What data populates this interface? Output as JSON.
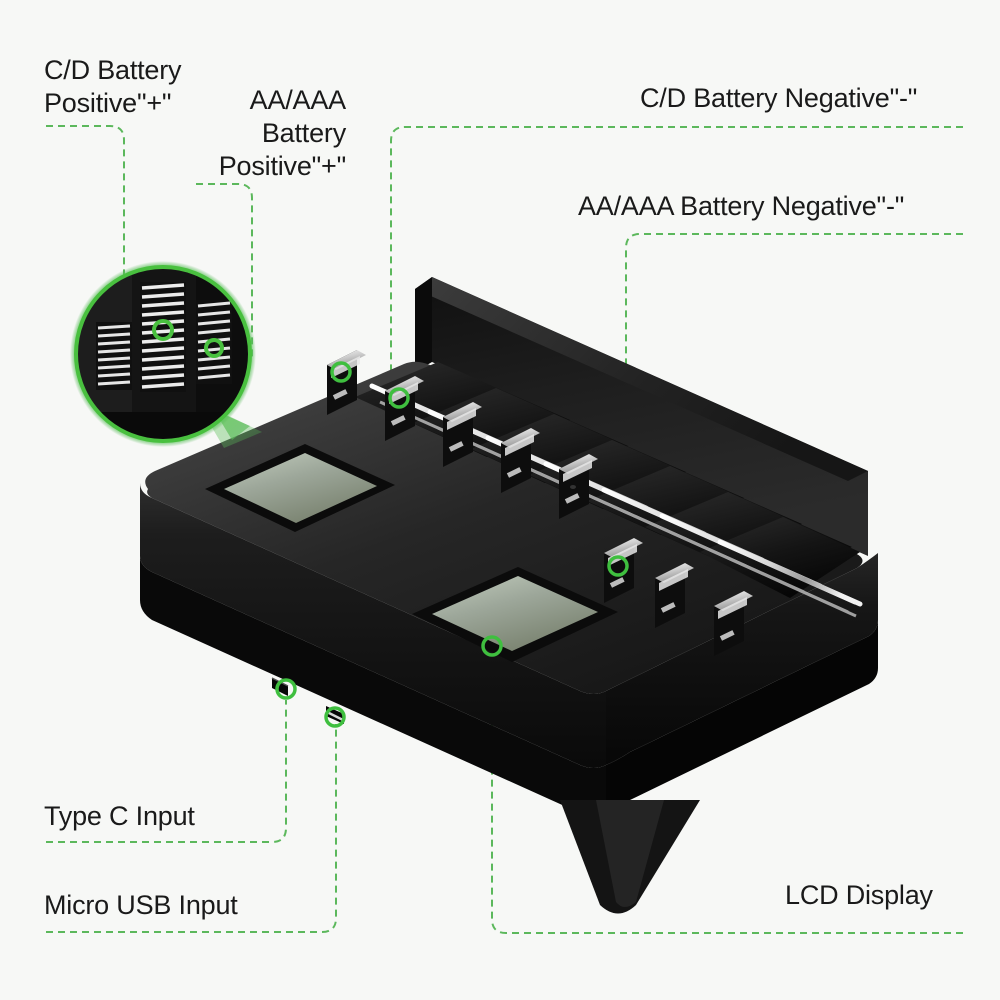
{
  "diagram": {
    "product": "8-slot universal battery charger",
    "background_color": "#f7f8f6",
    "accent_color": "#4caf50",
    "leader_color": "#5cb85c",
    "body_color": "#141414",
    "lcd_color": "#9aa898"
  },
  "callouts": [
    {
      "id": "cd-positive",
      "text": "C/D Battery\nPositive\"+\"",
      "target": "magnifier-contact-cd-positive"
    },
    {
      "id": "aa-positive",
      "text": "AA/AAA\nBattery\nPositive\"+\"",
      "target": "magnifier-contact-aa-positive"
    },
    {
      "id": "cd-negative",
      "text": "C/D Battery Negative\"-\"",
      "target": "slot-contact-1"
    },
    {
      "id": "aa-negative",
      "text": "AA/AAA Battery Negative\"-\"",
      "target": "slot-contact-6"
    },
    {
      "id": "type-c-input",
      "text": "Type C Input",
      "target": "port-type-c"
    },
    {
      "id": "micro-usb-input",
      "text": "Micro USB Input",
      "target": "port-micro-usb"
    },
    {
      "id": "lcd-display",
      "text": "LCD Display",
      "target": "lcd-front"
    }
  ],
  "device": {
    "slot_count": 8,
    "lcd_count": 2,
    "port_count": 2,
    "marker_count": 6
  }
}
